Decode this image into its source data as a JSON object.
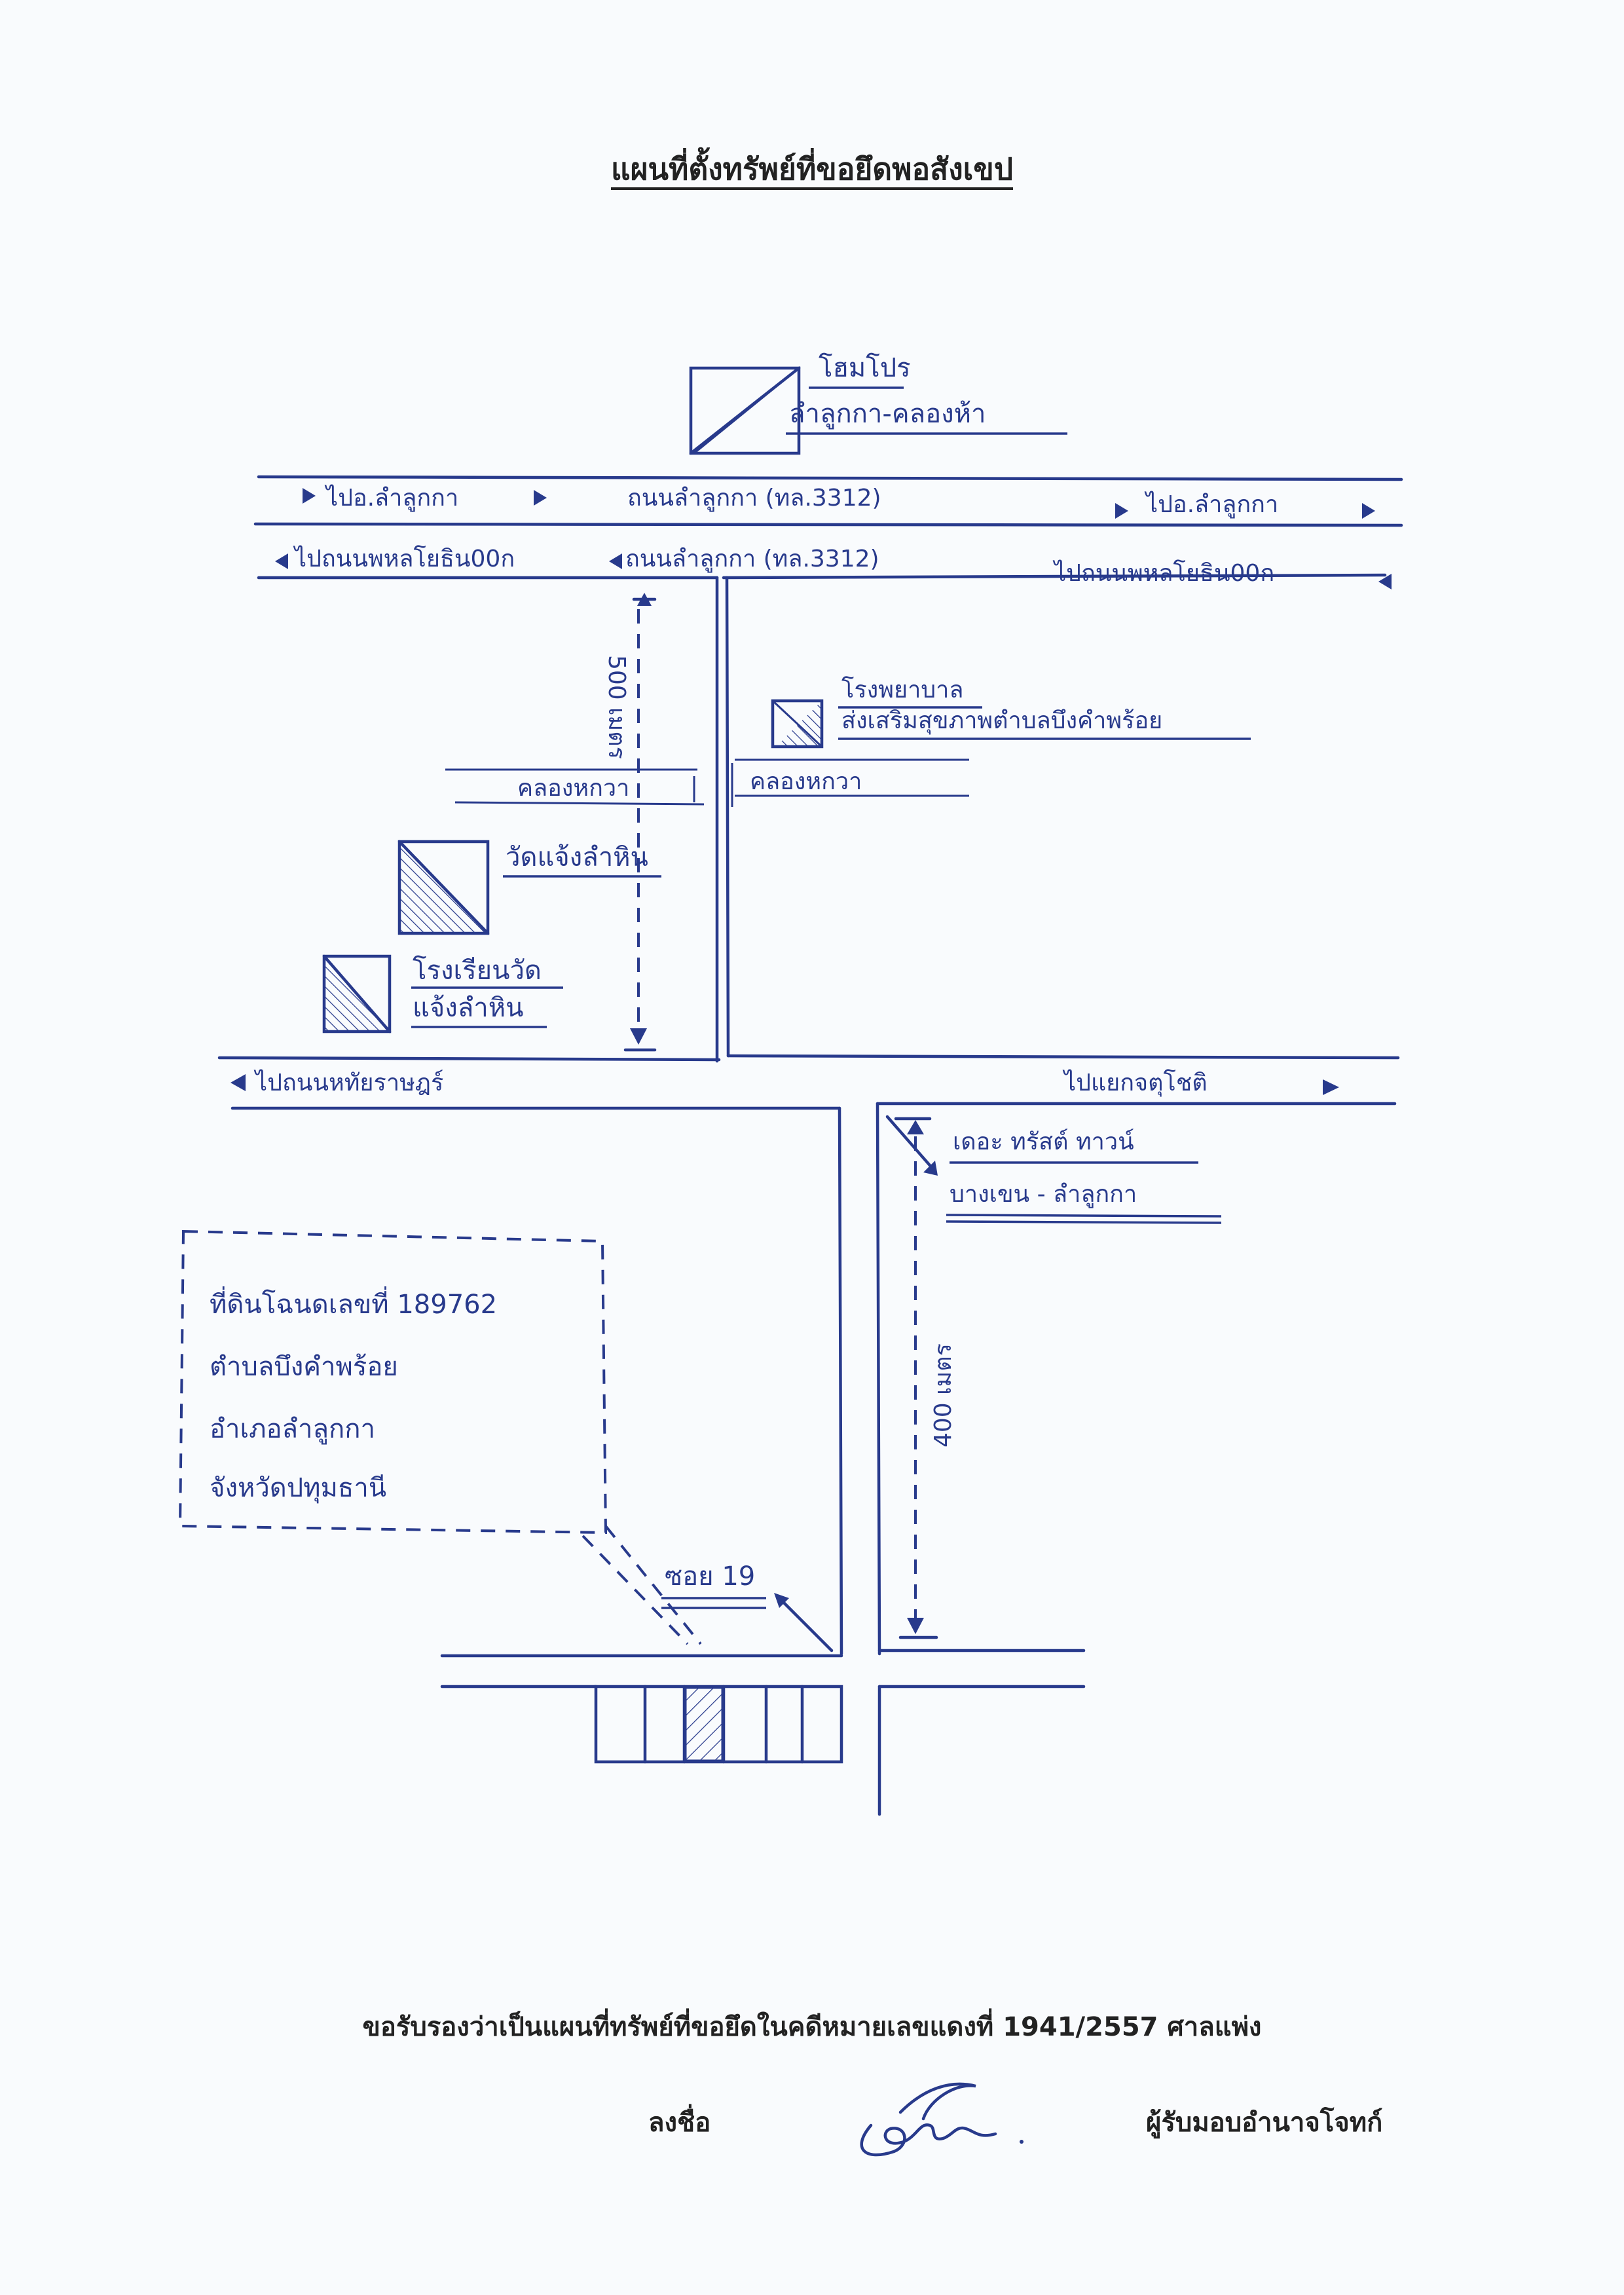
{
  "document": {
    "title": "แผนที่ตั้งทรัพย์ที่ขอยึดพอสังเขป",
    "certification": "ขอรับรองว่าเป็นแผนที่ทรัพย์ที่ขอยึดในคดีหมายเลขแดงที่ 1941/2557 ศาลแพ่ง",
    "sign_label": "ลงชื่อ",
    "recipient_label": "ผู้รับมอบอำนาจโจทก์"
  },
  "map": {
    "landmark_top_1": "โฮมโปร",
    "landmark_top_2": "ลำลูกกา-คลองห้า",
    "road_upper_left": "ไปอ.ลำลูกกา",
    "road_upper_mid": "ถนนลำลูกกา (ทล.3312)",
    "road_upper_right": "ไปอ.ลำลูกกา",
    "road_lower_left": "ไปถนนพหลโยธิน00ก",
    "road_lower_mid": "ถนนลำลูกกา (ทล.3312)",
    "road_lower_right": "ไปถนนพหลโยธิน00ก",
    "distance_north": "500 เมตร",
    "hospital_1": "โรงพยาบาล",
    "hospital_2": "ส่งเสริมสุขภาพตำบลบึงคำพร้อย",
    "canal_left": "คลองหกวา",
    "canal_right": "คลองหกวา",
    "temple": "วัดแจ้งลำหิน",
    "school_1": "โรงเรียนวัด",
    "school_2": "แจ้งลำหิน",
    "road_mid_left": "ไปถนนหทัยราษฎร์",
    "road_mid_right": "ไปแยกจตุโชติ",
    "place_1": "เดอะ ทรัสต์ ทาวน์",
    "place_2": "บางเขน - ลำลูกกา",
    "distance_south": "400 เมตร",
    "parcel_1": "ที่ดินโฉนดเลขที่ 189762",
    "parcel_2": "ตำบลบึงคำพร้อย",
    "parcel_3": "อำเภอลำลูกกา",
    "parcel_4": "จังหวัดปทุมธานี",
    "soi": "ซอย 19"
  },
  "colors": {
    "ink": "#283a8c",
    "print": "#222222",
    "paper": "#f9fbfd"
  }
}
